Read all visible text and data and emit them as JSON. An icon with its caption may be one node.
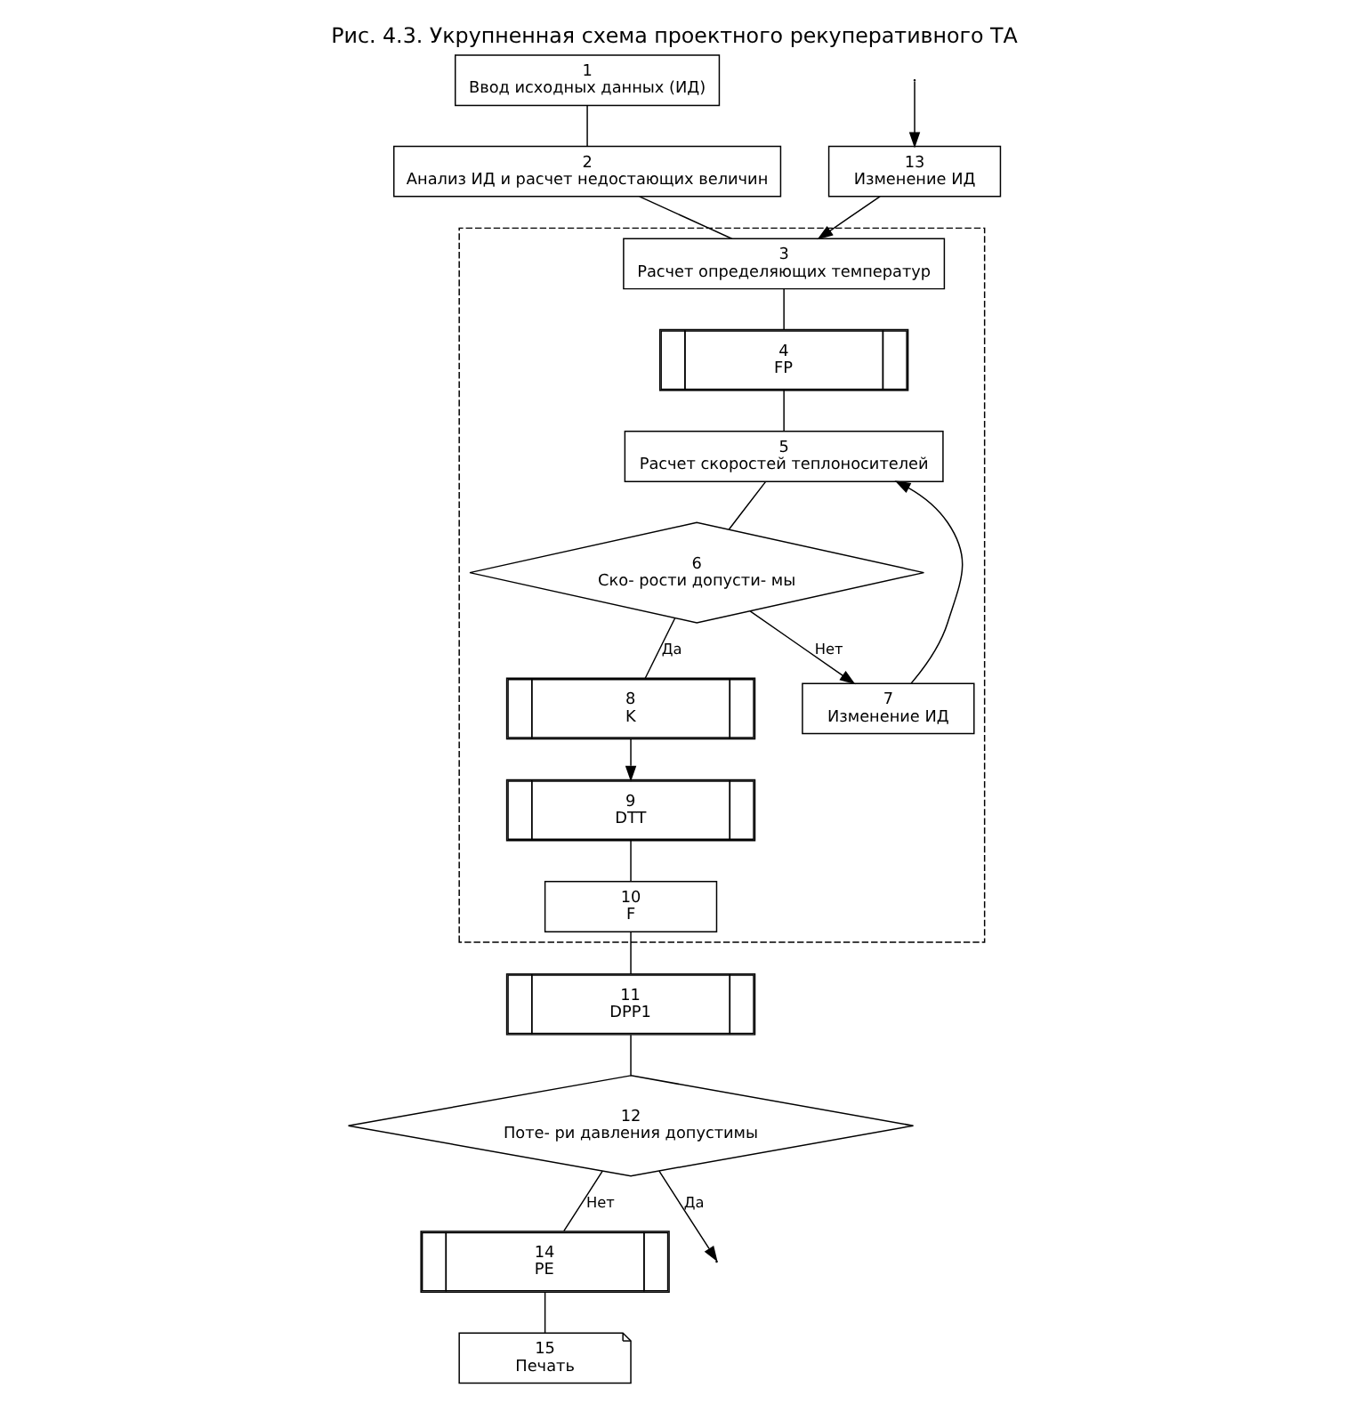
{
  "diagram": {
    "title": "Рис. 4.3. Укрупненная схема проектного рекуперативного ТА",
    "nodes": [
      {
        "text": [
          "1",
          "Ввод исходных данных (ИД)"
        ]
      },
      {
        "text": [
          "2",
          "Анализ ИД и расчет недостающих величин"
        ]
      },
      {
        "text": [
          "13",
          "Изменение ИД"
        ]
      },
      {
        "text": [],
        "shape": "box"
      },
      {
        "text": [
          "3",
          "Расчет определяющих температур"
        ],
        "in": 3
      },
      {
        "text": [
          "10",
          "F"
        ],
        "in": 3
      },
      {
        "text": [
          "11",
          "DPP1"
        ]
      },
      {
        "text": [
          "4",
          "FP"
        ],
        "in": 3
      },
      {
        "text": [
          "9",
          "DTT"
        ],
        "in": 3
      },
      {
        "text": [
          "12",
          "Поте- ри давления допустимы"
        ]
      },
      {
        "text": [
          "5",
          "Расчет скоростей теплоносителей"
        ],
        "in": 3
      },
      {
        "text": [
          "7",
          "Изменение ИД"
        ],
        "in": 3
      },
      {
        "text": [
          "14",
          "PE"
        ]
      },
      {
        "text": [
          "6",
          "Ско- рости допусти- мы"
        ],
        "in": 3
      },
      {
        "text": [
          "15",
          "Печать"
        ]
      },
      {
        "text": [
          "8",
          "K"
        ],
        "in": 3
      }
    ],
    "edges": [
      {
        "from": 0,
        "to": 1,
        "arrow": "none"
      },
      {
        "from": 1,
        "to": 4,
        "arrow": "none"
      },
      {
        "from": 2,
        "to": 4,
        "arrow": "to"
      },
      {
        "from": 4,
        "to": 7,
        "arrow": "none"
      },
      {
        "from": 7,
        "to": 10,
        "arrow": "none"
      },
      {
        "from": 11,
        "to": 10,
        "arrow": "to"
      },
      {
        "from": 10,
        "to": 13,
        "arrow": "none"
      },
      {
        "from": 13,
        "to": 11,
        "arrow": "to",
        "label": "Нет"
      },
      {
        "from": 13,
        "to": 15,
        "arrow": "none",
        "label": "Да"
      },
      {
        "from": 15,
        "to": 8,
        "arrow": "to"
      },
      {
        "from": 8,
        "to": 5,
        "arrow": "none"
      },
      {
        "from": 5,
        "to": 6,
        "arrow": "none"
      },
      {
        "from": 6,
        "to": 9,
        "arrow": "none"
      },
      {
        "from": 9,
        "to": null,
        "arrow": "to",
        "label": "Да"
      },
      {
        "from": null,
        "to": 2,
        "arrow": "to"
      },
      {
        "from": 9,
        "to": 12,
        "arrow": "none",
        "label": "Нет"
      },
      {
        "from": 12,
        "to": 14,
        "arrow": "none"
      }
    ]
  }
}
